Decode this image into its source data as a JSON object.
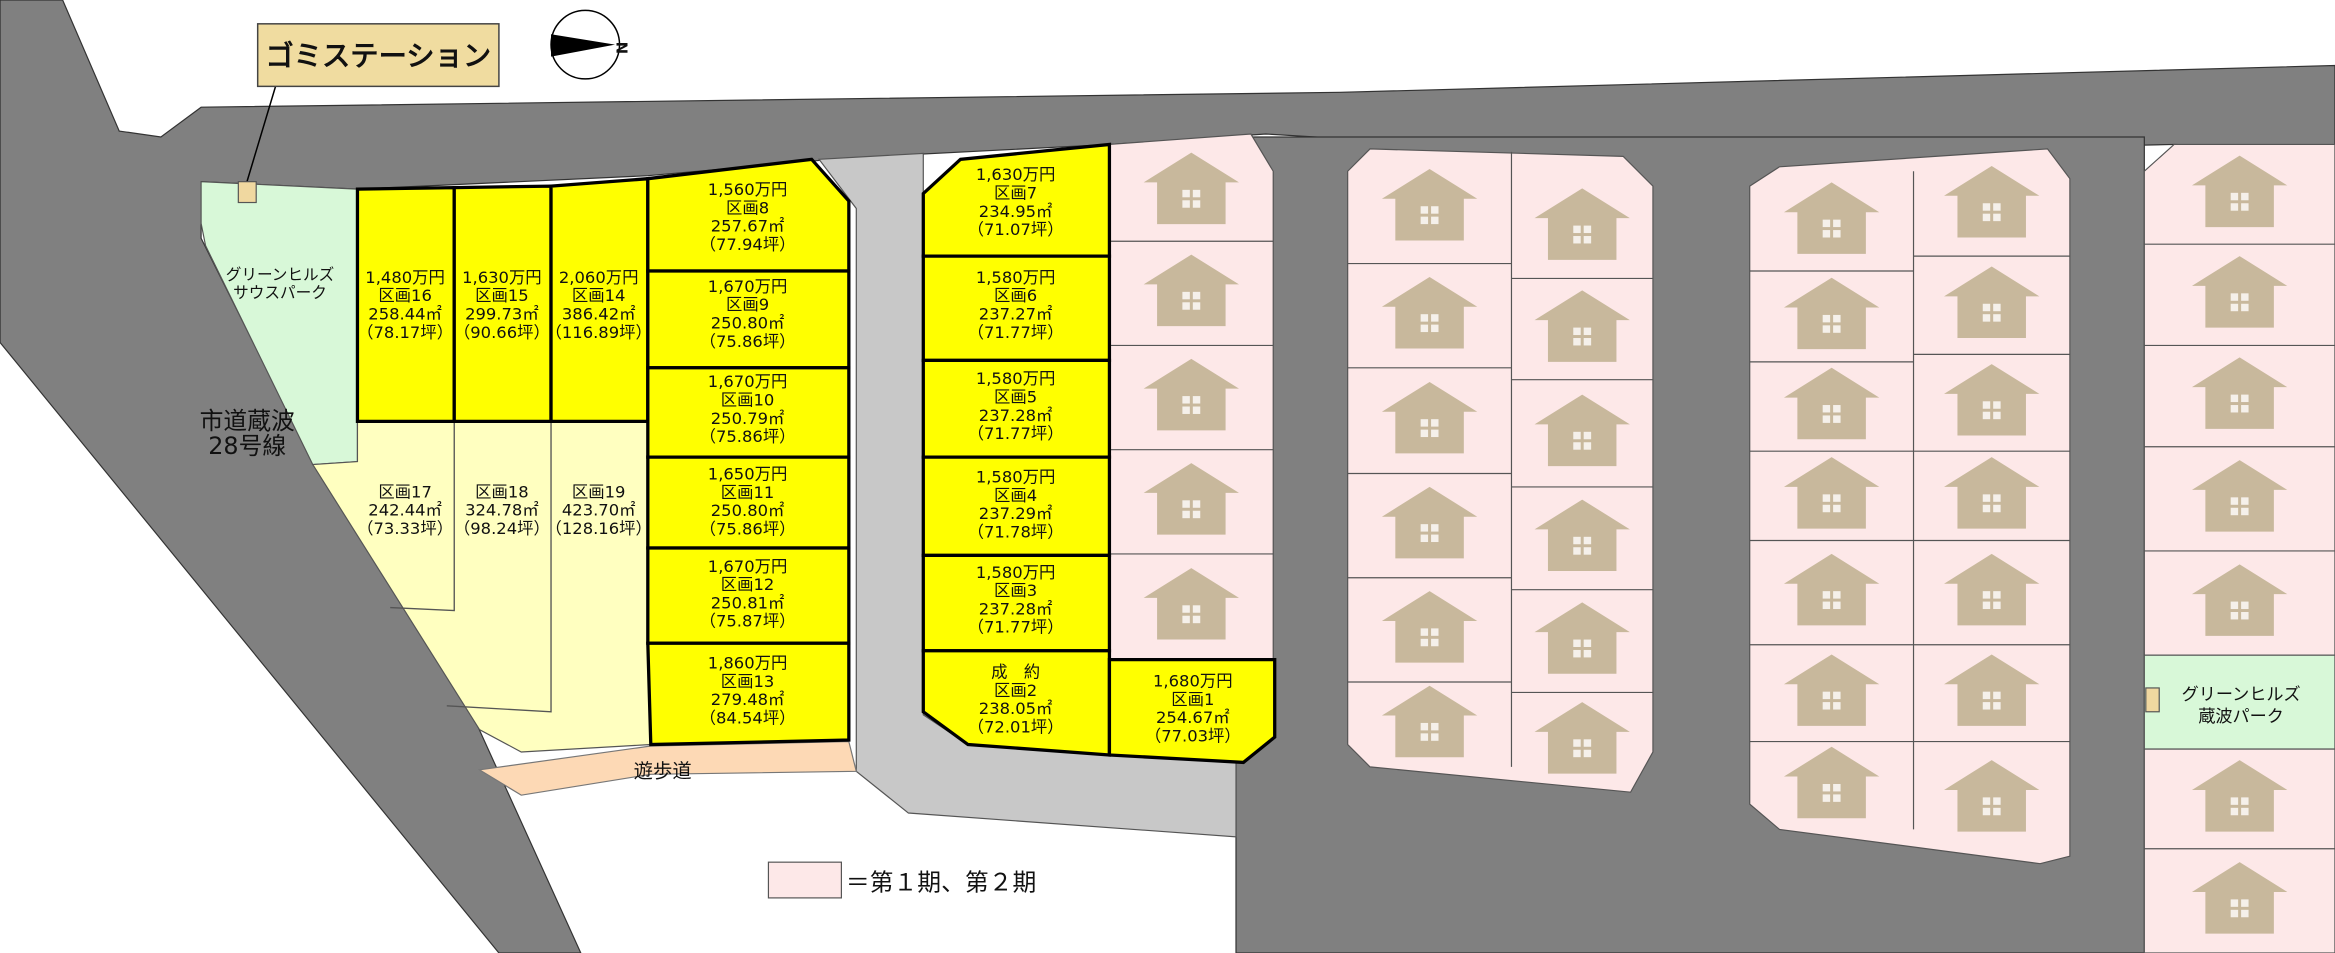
{
  "map_title_labels": {
    "garbage_station": "ゴミステーション",
    "compass_letter": "N",
    "road_name_line1": "市道蔵波",
    "road_name_line2": "28号線",
    "south_park_line1": "グリーンヒルズ",
    "south_park_line2": "サウスパーク",
    "kuranami_park_line1": "グリーンヒルズ",
    "kuranami_park_line2": "蔵波パーク",
    "footpath": "遊歩道"
  },
  "legend": {
    "text": "＝第１期、第２期",
    "color": "#fde8e8"
  },
  "colors": {
    "road": "#808080",
    "private_road": "#c8c8c8",
    "lot_for_sale": "#ffff00",
    "lot_unpriced": "#ffffc0",
    "park": "#d8f8d8",
    "sold_phase": "#fde8e8",
    "house_icon": "#c8b89c",
    "footpath": "#fdd9b5"
  },
  "lots": [
    {
      "id": "16",
      "price": "1,480万円",
      "name": "区画16",
      "area": "258.44㎡",
      "tsubo": "（78.17坪）"
    },
    {
      "id": "15",
      "price": "1,630万円",
      "name": "区画15",
      "area": "299.73㎡",
      "tsubo": "（90.66坪）"
    },
    {
      "id": "14",
      "price": "2,060万円",
      "name": "区画14",
      "area": "386.42㎡",
      "tsubo": "（116.89坪）"
    },
    {
      "id": "8",
      "price": "1,560万円",
      "name": "区画8",
      "area": "257.67㎡",
      "tsubo": "（77.94坪）"
    },
    {
      "id": "9",
      "price": "1,670万円",
      "name": "区画9",
      "area": "250.80㎡",
      "tsubo": "（75.86坪）"
    },
    {
      "id": "10",
      "price": "1,670万円",
      "name": "区画10",
      "area": "250.79㎡",
      "tsubo": "（75.86坪）"
    },
    {
      "id": "11",
      "price": "1,650万円",
      "name": "区画11",
      "area": "250.80㎡",
      "tsubo": "（75.86坪）"
    },
    {
      "id": "12",
      "price": "1,670万円",
      "name": "区画12",
      "area": "250.81㎡",
      "tsubo": "（75.87坪）"
    },
    {
      "id": "13",
      "price": "1,860万円",
      "name": "区画13",
      "area": "279.48㎡",
      "tsubo": "（84.54坪）"
    },
    {
      "id": "17",
      "price": "",
      "name": "区画17",
      "area": "242.44㎡",
      "tsubo": "（73.33坪）"
    },
    {
      "id": "18",
      "price": "",
      "name": "区画18",
      "area": "324.78㎡",
      "tsubo": "（98.24坪）"
    },
    {
      "id": "19",
      "price": "",
      "name": "区画19",
      "area": "423.70㎡",
      "tsubo": "（128.16坪）"
    },
    {
      "id": "7",
      "price": "1,630万円",
      "name": "区画7",
      "area": "234.95㎡",
      "tsubo": "（71.07坪）"
    },
    {
      "id": "6",
      "price": "1,580万円",
      "name": "区画6",
      "area": "237.27㎡",
      "tsubo": "（71.77坪）"
    },
    {
      "id": "5",
      "price": "1,580万円",
      "name": "区画5",
      "area": "237.28㎡",
      "tsubo": "（71.77坪）"
    },
    {
      "id": "4",
      "price": "1,580万円",
      "name": "区画4",
      "area": "237.29㎡",
      "tsubo": "（71.78坪）"
    },
    {
      "id": "3",
      "price": "1,580万円",
      "name": "区画3",
      "area": "237.28㎡",
      "tsubo": "（71.77坪）"
    },
    {
      "id": "2",
      "price": "成　約",
      "name": "区画2",
      "area": "238.05㎡",
      "tsubo": "（72.01坪）"
    },
    {
      "id": "1",
      "price": "1,680万円",
      "name": "区画1",
      "area": "254.67㎡",
      "tsubo": "（77.03坪）"
    }
  ]
}
